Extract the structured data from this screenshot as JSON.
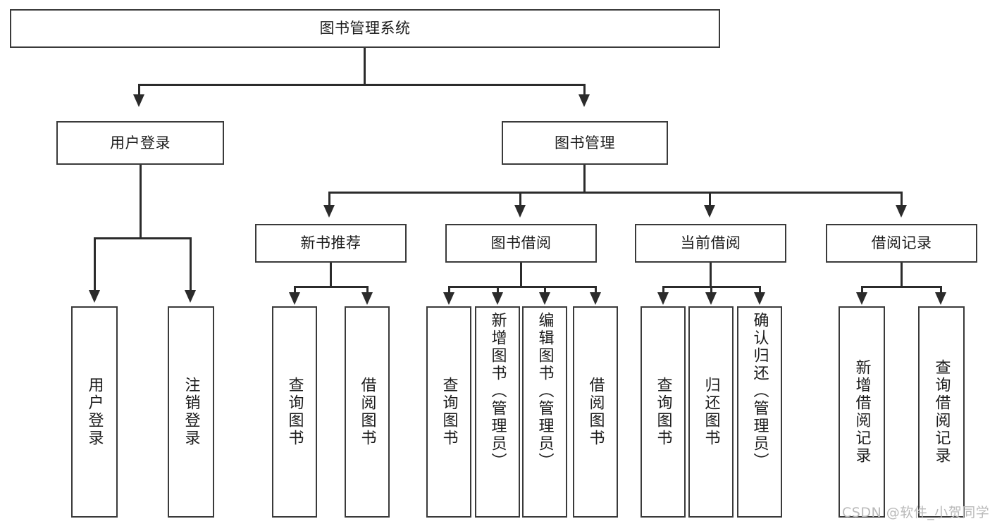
{
  "diagram": {
    "title": "图书管理系统",
    "type": "hierarchy-tree",
    "root": {
      "id": "root",
      "label": "图书管理系统"
    },
    "level2": [
      {
        "id": "user-login",
        "label": "用户登录"
      },
      {
        "id": "book-manage",
        "label": "图书管理"
      }
    ],
    "level3": [
      {
        "id": "new-book-recommend",
        "label": "新书推荐",
        "parent": "book-manage"
      },
      {
        "id": "book-borrow",
        "label": "图书借阅",
        "parent": "book-manage"
      },
      {
        "id": "current-borrow",
        "label": "当前借阅",
        "parent": "book-manage"
      },
      {
        "id": "borrow-record",
        "label": "借阅记录",
        "parent": "book-manage"
      }
    ],
    "leaves": [
      {
        "id": "leaf-user-login",
        "label": "用户登录",
        "parent": "user-login"
      },
      {
        "id": "leaf-logout",
        "label": "注销登录",
        "parent": "user-login"
      },
      {
        "id": "leaf-query-book-1",
        "label": "查询图书",
        "parent": "new-book-recommend"
      },
      {
        "id": "leaf-borrow-book-1",
        "label": "借阅图书",
        "parent": "new-book-recommend"
      },
      {
        "id": "leaf-query-book-2",
        "label": "查询图书",
        "parent": "book-borrow"
      },
      {
        "id": "leaf-add-book",
        "label": "新增图书（管理员）",
        "parent": "book-borrow"
      },
      {
        "id": "leaf-edit-book",
        "label": "编辑图书（管理员）",
        "parent": "book-borrow"
      },
      {
        "id": "leaf-borrow-book-2",
        "label": "借阅图书",
        "parent": "book-borrow"
      },
      {
        "id": "leaf-query-book-3",
        "label": "查询图书",
        "parent": "current-borrow"
      },
      {
        "id": "leaf-return-book",
        "label": "归还图书",
        "parent": "current-borrow"
      },
      {
        "id": "leaf-confirm-return",
        "label": "确认归还（管理员）",
        "parent": "current-borrow"
      },
      {
        "id": "leaf-add-record",
        "label": "新增借阅记录",
        "parent": "borrow-record"
      },
      {
        "id": "leaf-query-record",
        "label": "查询借阅记录",
        "parent": "borrow-record"
      }
    ],
    "watermark": "CSDN @软件_小贺同学",
    "colors": {
      "box_border": "#3a3a3a",
      "connector": "#2b2b2b",
      "background": "#ffffff",
      "text": "#1c1c1c",
      "watermark": "#b9b9b9"
    }
  }
}
